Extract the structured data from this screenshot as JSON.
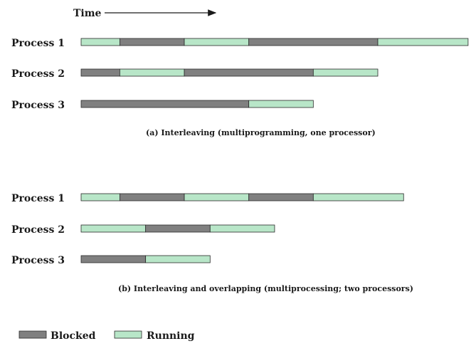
{
  "time_label": "Time",
  "colors": {
    "blocked": "#808080",
    "running": "#b8e6c8",
    "stroke": "#2a2a2a"
  },
  "scenario_a": {
    "caption": "(a)  Interleaving (multiprogramming, one processor)",
    "processes": [
      {
        "label": "Process 1",
        "segments": [
          {
            "state": "running",
            "duration": 3
          },
          {
            "state": "blocked",
            "duration": 5
          },
          {
            "state": "running",
            "duration": 5
          },
          {
            "state": "blocked",
            "duration": 10
          },
          {
            "state": "running",
            "duration": 7
          }
        ]
      },
      {
        "label": "Process 2",
        "segments": [
          {
            "state": "blocked",
            "duration": 3
          },
          {
            "state": "running",
            "duration": 5
          },
          {
            "state": "blocked",
            "duration": 10
          },
          {
            "state": "running",
            "duration": 5
          }
        ]
      },
      {
        "label": "Process 3",
        "segments": [
          {
            "state": "blocked",
            "duration": 13
          },
          {
            "state": "running",
            "duration": 5
          }
        ]
      }
    ]
  },
  "scenario_b": {
    "caption": "(b)  Interleaving and overlapping (multiprocessing; two processors)",
    "processes": [
      {
        "label": "Process 1",
        "segments": [
          {
            "state": "running",
            "duration": 3
          },
          {
            "state": "blocked",
            "duration": 5
          },
          {
            "state": "running",
            "duration": 5
          },
          {
            "state": "blocked",
            "duration": 5
          },
          {
            "state": "running",
            "duration": 7
          }
        ]
      },
      {
        "label": "Process 2",
        "segments": [
          {
            "state": "running",
            "duration": 5
          },
          {
            "state": "blocked",
            "duration": 5
          },
          {
            "state": "running",
            "duration": 5
          }
        ]
      },
      {
        "label": "Process 3",
        "segments": [
          {
            "state": "blocked",
            "duration": 5
          },
          {
            "state": "running",
            "duration": 5
          }
        ]
      }
    ]
  },
  "legend": {
    "blocked_label": "Blocked",
    "running_label": "Running"
  }
}
